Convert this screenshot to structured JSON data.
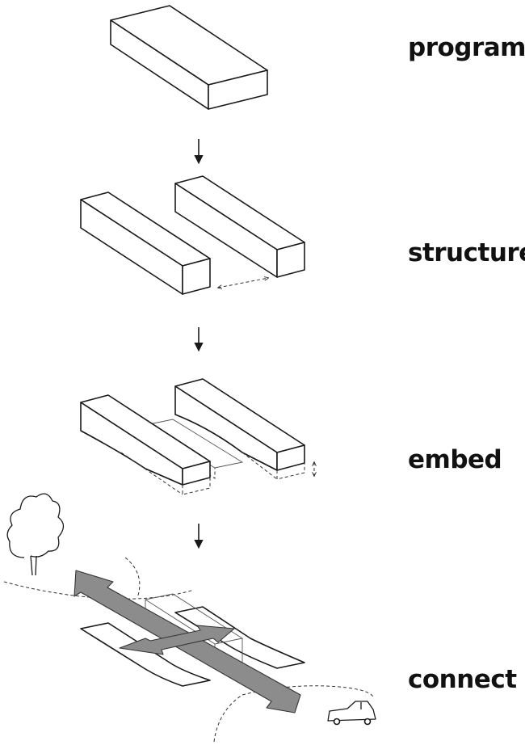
{
  "stages": [
    {
      "id": "program",
      "label": "program"
    },
    {
      "id": "structure",
      "label": "structure"
    },
    {
      "id": "embed",
      "label": "embed"
    },
    {
      "id": "connect",
      "label": "connect"
    }
  ],
  "colors": {
    "line": "#1a1a1a",
    "flow_arrow_fill": "#8c8c8c",
    "background": "#ffffff"
  },
  "icons": [
    "tree-icon",
    "car-icon",
    "down-arrow-icon"
  ]
}
